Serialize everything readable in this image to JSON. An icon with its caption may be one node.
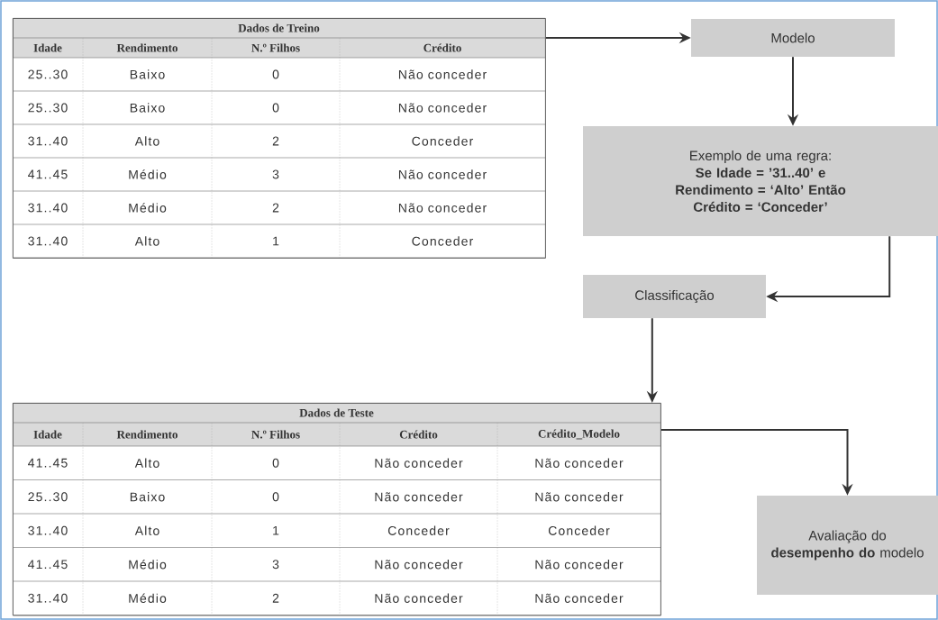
{
  "diagram": {
    "nodes": [
      {
        "text": [
          "Dados de Treino"
        ]
      },
      {
        "text": [
          "Modelo"
        ]
      },
      {
        "text": [
          "Exemplo de uma regra:",
          "Se Idade = ’31..40’ e Rendimento = ‘Alto’ Então Crédito = ‘Conceder’"
        ]
      },
      {
        "text": [
          "Classificação"
        ]
      },
      {
        "text": [
          "Dados de Teste"
        ]
      },
      {
        "text": [
          "Avaliação do **desempenho do** modelo"
        ]
      }
    ],
    "edges": [
      {
        "from": 0,
        "to": 1,
        "arrow": "to"
      },
      {
        "from": 1,
        "to": 2,
        "arrow": "to"
      },
      {
        "from": 2,
        "to": 3,
        "arrow": "to"
      },
      {
        "from": 3,
        "to": 4,
        "arrow": "to"
      },
      {
        "from": 4,
        "to": 5,
        "arrow": "to"
      }
    ],
    "labels": [
      "Idade",
      "Rendimento",
      "N.º Filhos",
      "Crédito",
      "25..30",
      "Baixo",
      "0",
      "Não conceder",
      "25..30",
      "Baixo",
      "0",
      "Não conceder",
      "31..40",
      "Alto",
      "2",
      "Conceder",
      "41..45",
      "Médio",
      "3",
      "Não conceder",
      "31..40",
      "Médio",
      "2",
      "Não conceder",
      "31..40",
      "Alto",
      "1",
      "Conceder",
      "Idade",
      "Rendimento",
      "N.º Filhos",
      "Crédito",
      "Crédito_Modelo",
      "41..45",
      "Alto",
      "0",
      "Não conceder",
      "Não conceder",
      "25..30",
      "Baixo",
      "0",
      "Não conceder",
      "Não conceder",
      "31..40",
      "Alto",
      "1",
      "Conceder",
      "Conceder",
      "41..45",
      "Médio",
      "3",
      "Não conceder",
      "Não conceder",
      "31..40",
      "Médio",
      "2",
      "Não conceder",
      "Não conceder"
    ]
  }
}
